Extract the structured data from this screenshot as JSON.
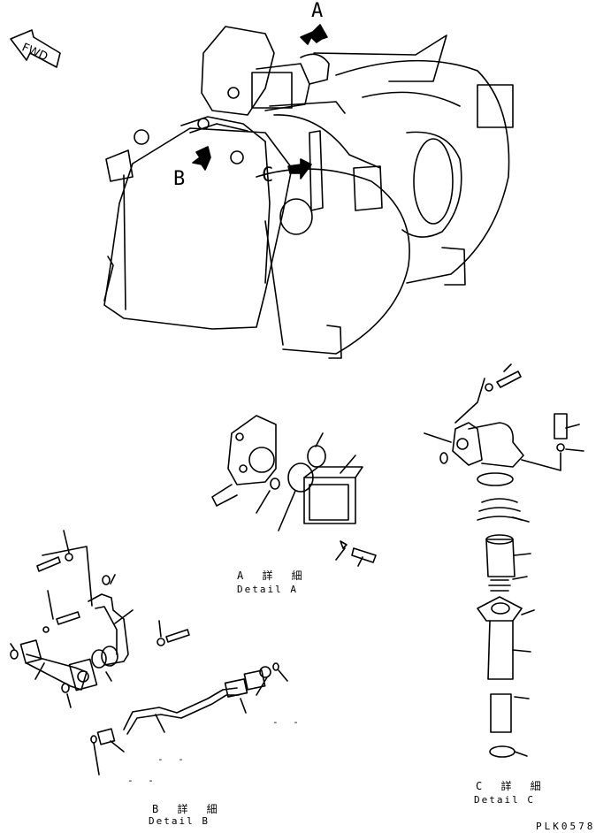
{
  "forward_indicator": {
    "label": "FWD",
    "icon": "forward-arrow-icon"
  },
  "view_letters": {
    "a": "A",
    "b": "B",
    "c": "C"
  },
  "details": {
    "a": {
      "jp": "A 詳 細",
      "en": "Detail A"
    },
    "b": {
      "jp": "B 詳 細",
      "en": "Detail B"
    },
    "c": {
      "jp": "C 詳 細",
      "en": "Detail C"
    }
  },
  "blank_markers": {
    "m1": "- -",
    "m2": "- -",
    "m3": "- -"
  },
  "drawing_code": "PLK0578"
}
